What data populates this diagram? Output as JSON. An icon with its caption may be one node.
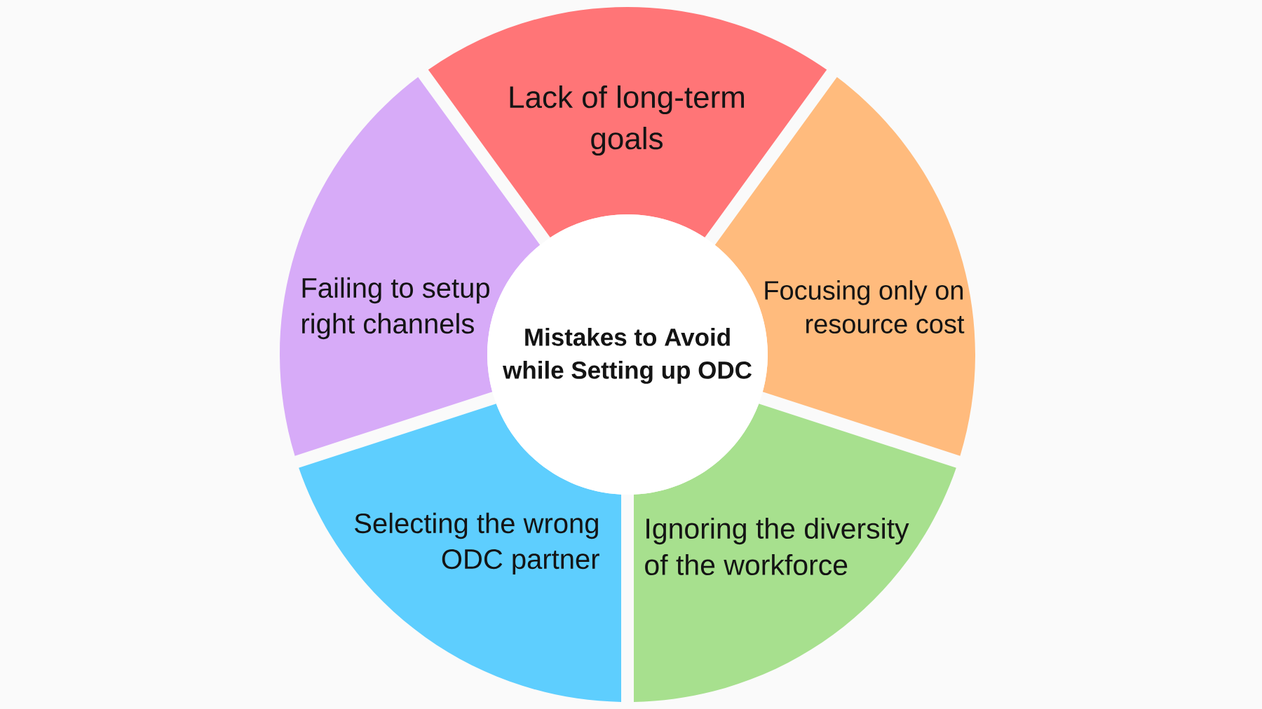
{
  "diagram": {
    "nodes": [
      {
        "text": [
          "Mistakes to Avoid while Setting up ODC"
        ]
      },
      {
        "text": [
          "Lack of long-term goals"
        ]
      },
      {
        "text": [
          "Focusing only on resource cost"
        ]
      },
      {
        "text": [
          "Ignoring the diversity of the workforce"
        ]
      },
      {
        "text": [
          "Selecting the wrong ODC partner"
        ]
      },
      {
        "text": [
          "Failing to setup right channels"
        ]
      }
    ]
  }
}
